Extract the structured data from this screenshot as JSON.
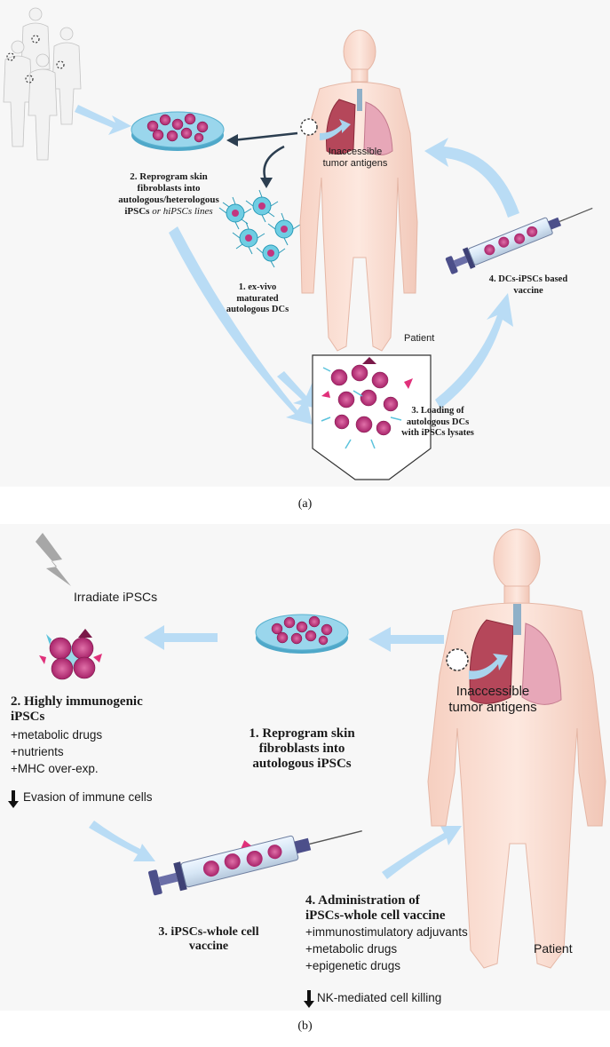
{
  "panel_a": {
    "caption": "(a)",
    "step1": [
      "1. ex-vivo",
      "maturated",
      "autologous DCs"
    ],
    "step2": [
      "2. Reprogram skin",
      "fibroblasts into",
      "autologous/heterologous"
    ],
    "step2_last_bold": "iPSCs",
    "step2_last_italic": "or hiPSCs lines",
    "step3": [
      "3. Loading of",
      "autologous DCs",
      "with iPSCs lysates"
    ],
    "step4": [
      "4. DCs-iPSCs based",
      "vaccine"
    ],
    "tumor": [
      "Inaccessible",
      "tumor antigens"
    ],
    "patient": "Patient"
  },
  "panel_b": {
    "caption": "(b)",
    "irradiate": "Irradiate iPSCs",
    "step1": [
      "1. Reprogram skin",
      "fibroblasts into",
      "autologous iPSCs"
    ],
    "step2_title": [
      "2. Highly immunogenic",
      "iPSCs"
    ],
    "step2_items": [
      "+metabolic drugs",
      "+nutrients",
      "+MHC over-exp."
    ],
    "step2_down": "Evasion of immune cells",
    "step3": [
      "3. iPSCs-whole cell",
      "vaccine"
    ],
    "step4_title": [
      "4. Administration of",
      "iPSCs-whole cell vaccine"
    ],
    "step4_items": [
      "+immunostimulatory adjuvants",
      "+metabolic drugs",
      "+epigenetic drugs"
    ],
    "step4_down": "NK-mediated cell killing",
    "tumor": [
      "Inaccessible",
      "tumor antigens"
    ],
    "patient": "Patient"
  },
  "colors": {
    "arrow": "#b9dcf5",
    "skin": "#fbe3da",
    "cell": "#c2367f",
    "dc": "#5bc3dc",
    "dish": "#8fd0e8"
  }
}
